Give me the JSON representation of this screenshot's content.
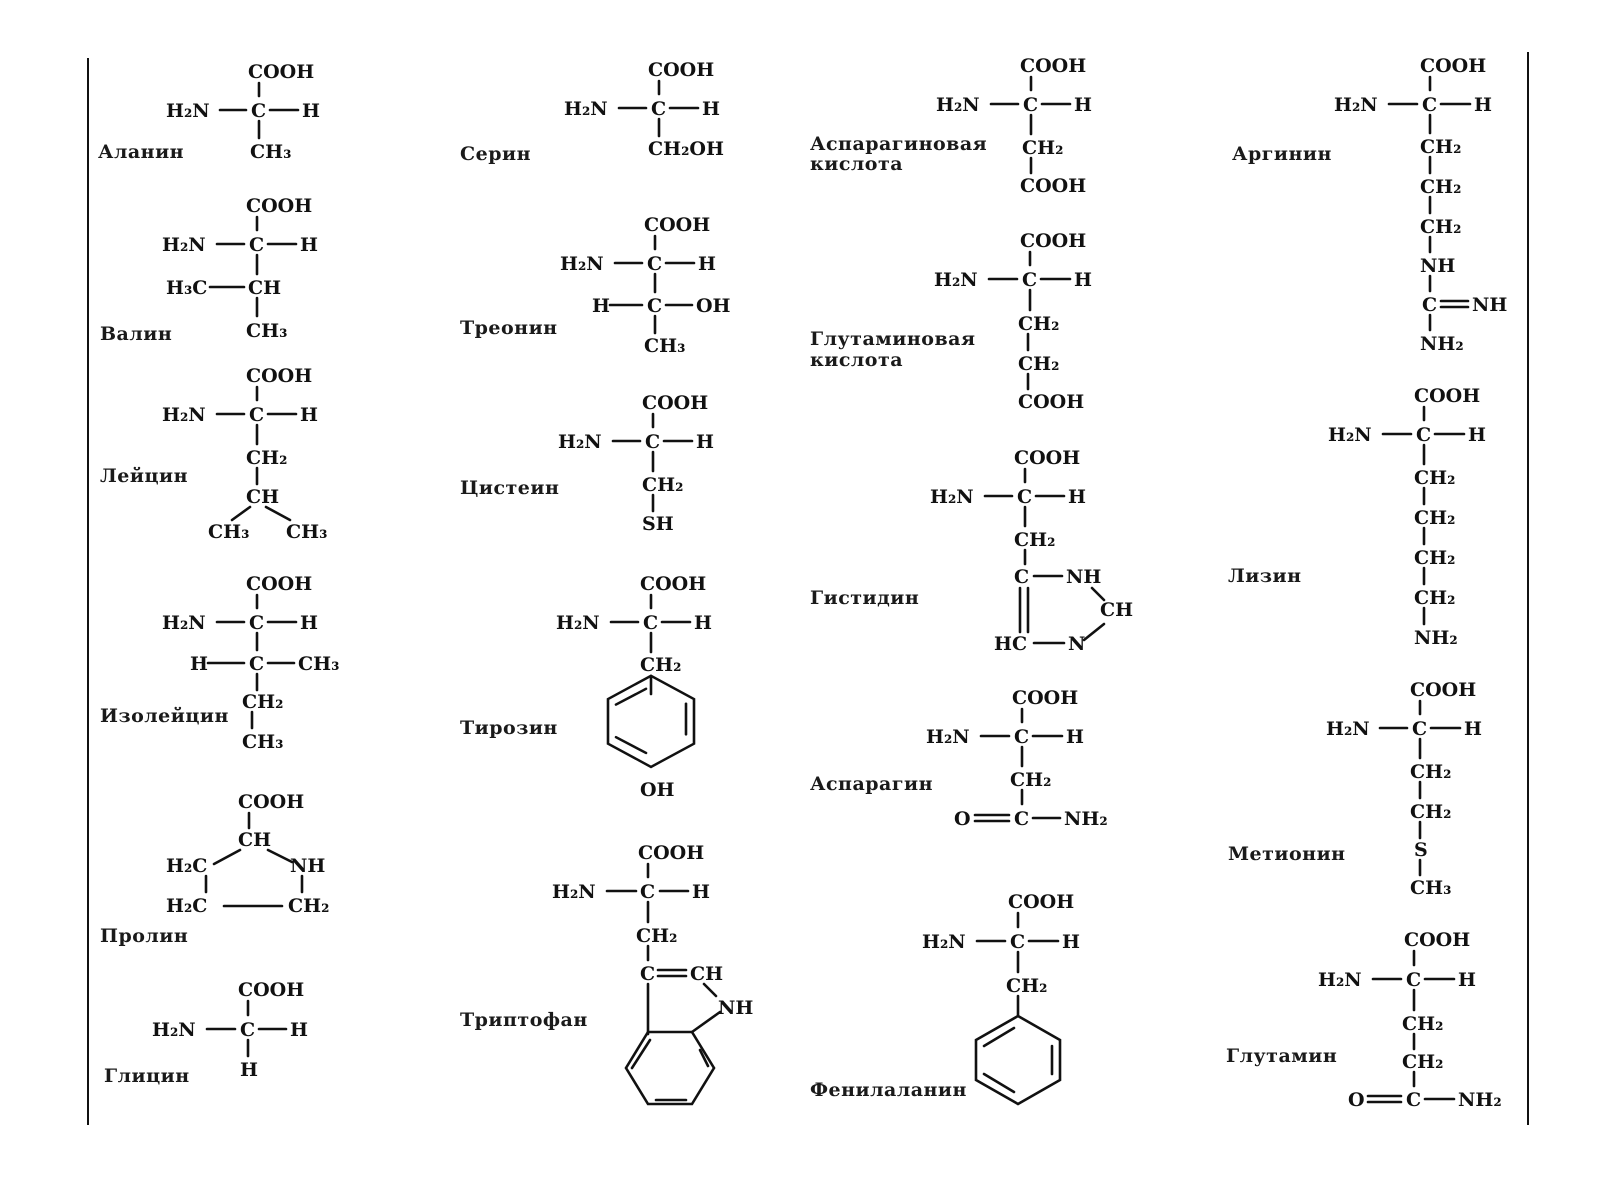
{
  "title": "",
  "columns": [
    {
      "amino_acids": [
        "alanine",
        "valine",
        "leucine",
        "isoleucine",
        "proline",
        "glycine"
      ]
    },
    {
      "amino_acids": [
        "serine",
        "threonine",
        "cysteine",
        "tyrosine",
        "tryptophan"
      ]
    },
    {
      "amino_acids": [
        "aspartic_acid",
        "glutamic_acid",
        "histidine",
        "asparagine",
        "phenylalanine"
      ]
    },
    {
      "amino_acids": [
        "arginine",
        "lysine",
        "methionine",
        "glutamine"
      ]
    }
  ],
  "names": {
    "alanine": "Аланин",
    "valine": "Валин",
    "leucine": "Лейцин",
    "isoleucine": "Изолейцин",
    "proline": "Пролин",
    "glycine": "Глицин",
    "serine": "Серин",
    "threonine": "Треонин",
    "cysteine": "Цистеин",
    "tyrosine": "Тирозин",
    "tryptophan": "Триптофан",
    "aspartic_acid_1": "Аспарагиновая",
    "aspartic_acid_2": "кислота",
    "glutamic_acid_1": "Глутаминовая",
    "glutamic_acid_2": "кислота",
    "histidine": "Гистидин",
    "asparagine": "Аспарагин",
    "phenylalanine": "Фенилаланин",
    "arginine": "Аргинин",
    "lysine": "Лизин",
    "methionine": "Метионин",
    "glutamine": "Глутамин"
  },
  "atoms": {
    "cooh": "COOH",
    "h2n": "H₂N",
    "c": "C",
    "h": "H",
    "ch": "CH",
    "ch2": "CH₂",
    "ch3": "CH₃",
    "h3c": "H₃C",
    "h2c": "H₂C",
    "ch2oh": "CH₂OH",
    "oh": "OH",
    "sh": "SH",
    "s": "S",
    "nh": "NH",
    "nh2": "NH₂",
    "o": "O",
    "hc": "HC",
    "n": "N"
  }
}
